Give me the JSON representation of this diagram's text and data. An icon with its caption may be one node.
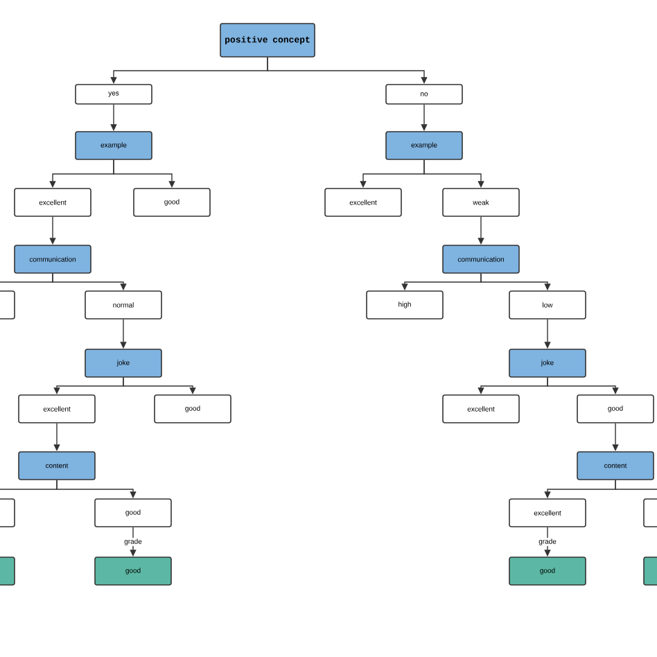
{
  "diagram": {
    "nodes": [
      {
        "text": [
          "positive concept"
        ]
      },
      {
        "text": [
          "yes"
        ]
      },
      {
        "text": [
          "no"
        ]
      },
      {
        "text": [
          "example"
        ]
      },
      {
        "text": [
          "example"
        ]
      },
      {
        "text": [
          "excellent"
        ]
      },
      {
        "text": [
          "good"
        ]
      },
      {
        "text": [
          "excellent"
        ]
      },
      {
        "text": [
          "weak"
        ]
      },
      {
        "text": [
          "communication"
        ]
      },
      {
        "text": [
          "communication"
        ]
      },
      {
        "text": [],
        "shape": "box"
      },
      {
        "text": [
          "normal"
        ]
      },
      {
        "text": [
          "high"
        ]
      },
      {
        "text": [
          "low"
        ]
      },
      {
        "text": [
          "joke"
        ]
      },
      {
        "text": [
          "joke"
        ]
      },
      {
        "text": [
          "excellent"
        ]
      },
      {
        "text": [
          "good"
        ]
      },
      {
        "text": [
          "excellent"
        ]
      },
      {
        "text": [
          "good"
        ]
      },
      {
        "text": [
          "content"
        ]
      },
      {
        "text": [
          "content"
        ]
      },
      {
        "text": [],
        "shape": "box"
      },
      {
        "text": [
          "good"
        ]
      },
      {
        "text": [
          "excellent"
        ]
      },
      {
        "text": [],
        "shape": "box"
      },
      {
        "text": [],
        "shape": "box"
      },
      {
        "text": [
          "good"
        ]
      },
      {
        "text": [
          "good"
        ]
      },
      {
        "text": [],
        "shape": "box"
      }
    ],
    "edges": [
      {
        "from": 0,
        "to": 1,
        "arrow": "to"
      },
      {
        "from": 0,
        "to": 2,
        "arrow": "to"
      },
      {
        "from": 1,
        "to": 3,
        "arrow": "to"
      },
      {
        "from": 2,
        "to": 4,
        "arrow": "to"
      },
      {
        "from": 3,
        "to": 5,
        "arrow": "to"
      },
      {
        "from": 3,
        "to": 6,
        "arrow": "to"
      },
      {
        "from": 4,
        "to": 7,
        "arrow": "to"
      },
      {
        "from": 4,
        "to": 8,
        "arrow": "to"
      },
      {
        "from": 5,
        "to": 9,
        "arrow": "to"
      },
      {
        "from": 8,
        "to": 10,
        "arrow": "to"
      },
      {
        "from": 9,
        "to": 11,
        "arrow": "none"
      },
      {
        "from": 9,
        "to": 12,
        "arrow": "to"
      },
      {
        "from": 10,
        "to": 13,
        "arrow": "to"
      },
      {
        "from": 10,
        "to": 14,
        "arrow": "to"
      },
      {
        "from": 12,
        "to": 15,
        "arrow": "to"
      },
      {
        "from": 14,
        "to": 16,
        "arrow": "to"
      },
      {
        "from": 15,
        "to": 17,
        "arrow": "to"
      },
      {
        "from": 15,
        "to": 18,
        "arrow": "to"
      },
      {
        "from": 16,
        "to": 19,
        "arrow": "to"
      },
      {
        "from": 16,
        "to": 20,
        "arrow": "to"
      },
      {
        "from": 17,
        "to": 21,
        "arrow": "to"
      },
      {
        "from": 20,
        "to": 22,
        "arrow": "to"
      },
      {
        "from": 21,
        "to": 23,
        "arrow": "none"
      },
      {
        "from": 21,
        "to": 24,
        "arrow": "to"
      },
      {
        "from": 22,
        "to": 25,
        "arrow": "to"
      },
      {
        "from": 22,
        "to": 26,
        "arrow": "none"
      },
      {
        "from": 24,
        "to": 28,
        "label": "grade",
        "arrow": "to"
      },
      {
        "from": 25,
        "to": 29,
        "label": "grade",
        "arrow": "to"
      }
    ]
  }
}
